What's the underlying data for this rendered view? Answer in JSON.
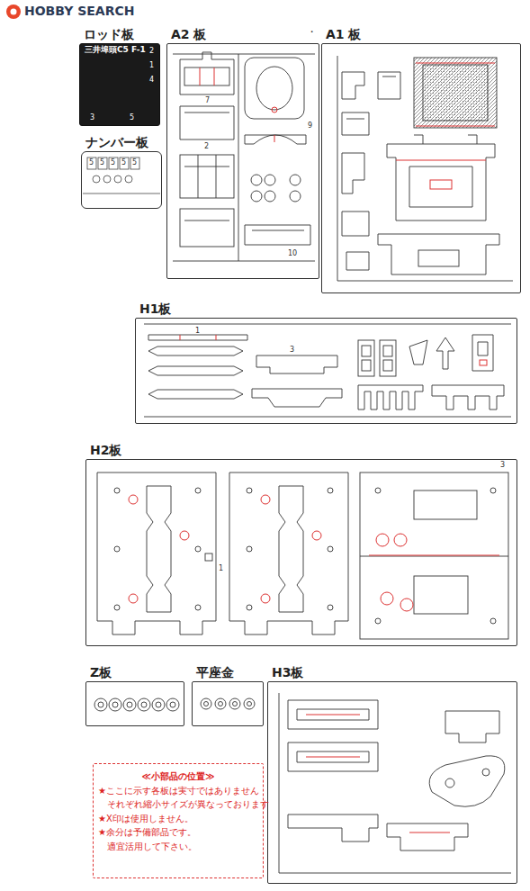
{
  "diagram": {
    "nodes": [
      {
        "text": [
          "ロッド板",
          "三井埠頭C5 F-1"
        ]
      },
      {
        "text": [
          "ナンバー板"
        ]
      },
      {
        "text": [
          "A2 板"
        ]
      },
      {
        "text": [
          "A1 板"
        ]
      },
      {
        "text": [
          "H1板"
        ]
      },
      {
        "text": [
          "H2板"
        ]
      },
      {
        "text": [
          "Z板"
        ]
      },
      {
        "text": [
          "平座金"
        ]
      },
      {
        "text": [
          "H3板"
        ]
      },
      {
        "text": [
          "≪小部品の位置≫",
          "★ここに示す各板は実寸ではありません",
          "それぞれ縮小サイズが異なっております",
          "★X印は使用しません。",
          "★余分は予備部品です。",
          "適宜活用して下さい。"
        ]
      }
    ],
    "labels": [
      "HOBBY SEARCH",
      "・",
      "2",
      "1",
      "4",
      "3",
      "5",
      "5",
      "5",
      "5",
      "5",
      "5",
      "7",
      "2",
      "9",
      "10",
      "1",
      "3",
      "1",
      "3"
    ]
  }
}
